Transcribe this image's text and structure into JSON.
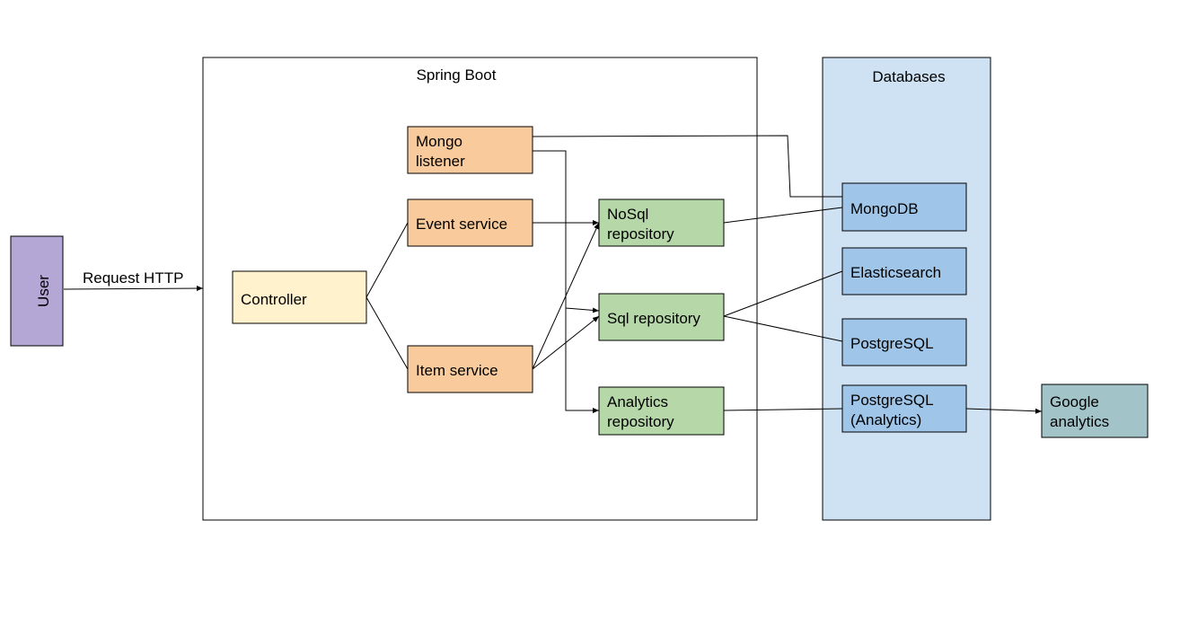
{
  "groups": {
    "spring_boot": {
      "title": "Spring Boot"
    },
    "databases": {
      "title": "Databases",
      "fill": "#cfe2f3"
    }
  },
  "nodes": {
    "user": {
      "label": "User",
      "fill": "#b4a7d6"
    },
    "controller": {
      "label": "Controller",
      "fill": "#fff2cc"
    },
    "mongo_listener": {
      "lines": [
        "Mongo",
        "listener"
      ],
      "fill": "#f9cb9c"
    },
    "event_service": {
      "label": "Event service",
      "fill": "#f9cb9c"
    },
    "item_service": {
      "label": "Item service",
      "fill": "#f9cb9c"
    },
    "nosql_repository": {
      "lines": [
        "NoSql",
        "repository"
      ],
      "fill": "#b6d7a8"
    },
    "sql_repository": {
      "label": "Sql repository",
      "fill": "#b6d7a8"
    },
    "analytics_repository": {
      "lines": [
        "Analytics",
        "repository"
      ],
      "fill": "#b6d7a8"
    },
    "mongodb": {
      "label": "MongoDB",
      "fill": "#9fc5e8"
    },
    "elasticsearch": {
      "label": "Elasticsearch",
      "fill": "#9fc5e8"
    },
    "postgresql": {
      "label": "PostgreSQL",
      "fill": "#9fc5e8"
    },
    "postgresql_analytics": {
      "lines": [
        "PostgreSQL",
        "(Analytics)"
      ],
      "fill": "#9fc5e8"
    },
    "google_analytics": {
      "lines": [
        "Google",
        "analytics"
      ],
      "fill": "#a2c4c9"
    }
  },
  "edges": {
    "user_request": {
      "label": "Request HTTP"
    }
  }
}
